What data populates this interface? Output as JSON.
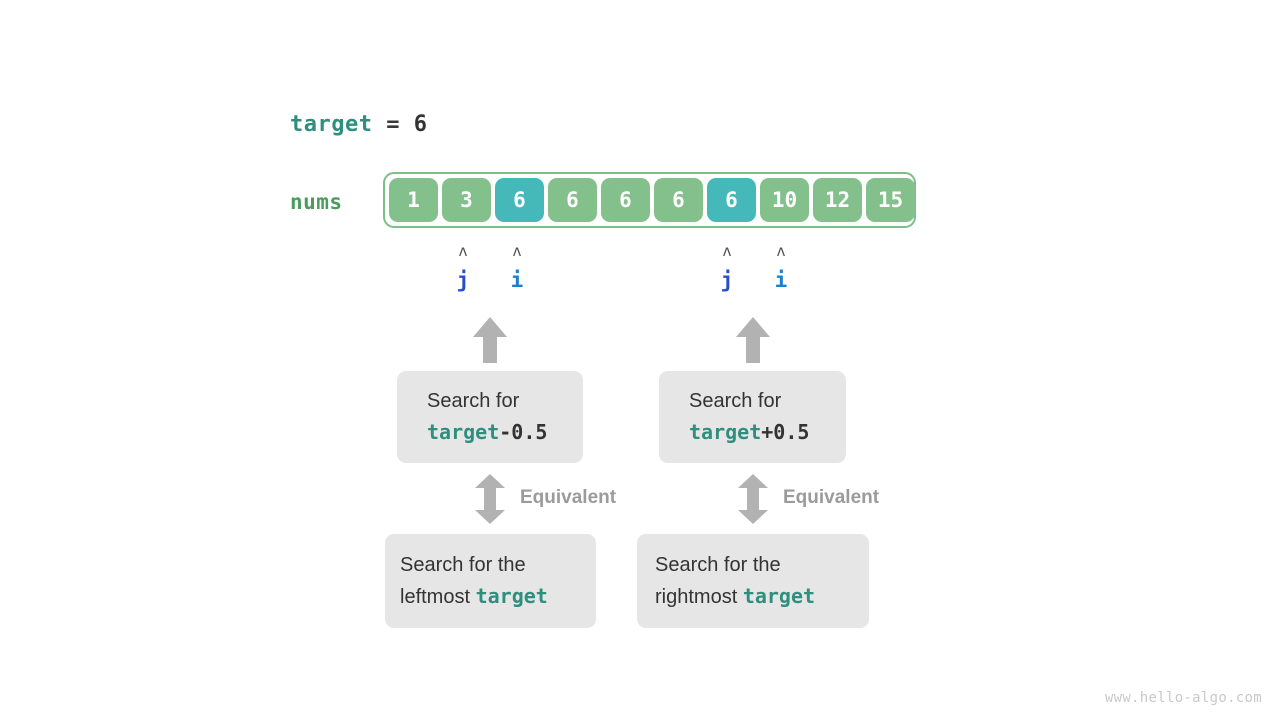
{
  "diagram": {
    "target_line": {
      "keyword": "target",
      "operator": "=",
      "value": "6"
    },
    "array": {
      "label": "nums",
      "cells": [
        {
          "value": "1",
          "highlight": false
        },
        {
          "value": "3",
          "highlight": false
        },
        {
          "value": "6",
          "highlight": true
        },
        {
          "value": "6",
          "highlight": false
        },
        {
          "value": "6",
          "highlight": false
        },
        {
          "value": "6",
          "highlight": false
        },
        {
          "value": "6",
          "highlight": true
        },
        {
          "value": "10",
          "highlight": false
        },
        {
          "value": "12",
          "highlight": false
        },
        {
          "value": "15",
          "highlight": false
        }
      ],
      "colors": {
        "cell": "#83c08c",
        "cell_highlight": "#45b9ba",
        "outline": "#7cbf87",
        "label": "#4a9e5c"
      }
    },
    "pointers": [
      {
        "name": "j",
        "caret": "ʌ",
        "cell_index": 1,
        "color": "#2a4dc9"
      },
      {
        "name": "i",
        "caret": "ʌ",
        "cell_index": 2,
        "color": "#1a80cf"
      },
      {
        "name": "j",
        "caret": "ʌ",
        "cell_index": 6,
        "color": "#2a4dc9"
      },
      {
        "name": "i",
        "caret": "ʌ",
        "cell_index": 7,
        "color": "#1a80cf"
      }
    ],
    "boxes": {
      "mid_left": {
        "line1": "Search for",
        "code": "target",
        "delta": "-0.5"
      },
      "mid_right": {
        "line1": "Search for",
        "code": "target",
        "delta": "+0.5"
      },
      "bot_left": {
        "line1": "Search for the",
        "line2_prefix": "leftmost ",
        "code": "target"
      },
      "bot_right": {
        "line1": "Search for the",
        "line2_prefix": "rightmost ",
        "code": "target"
      }
    },
    "equivalence": {
      "left_label": "Equivalent",
      "right_label": "Equivalent"
    },
    "watermark": "www.hello-algo.com"
  }
}
